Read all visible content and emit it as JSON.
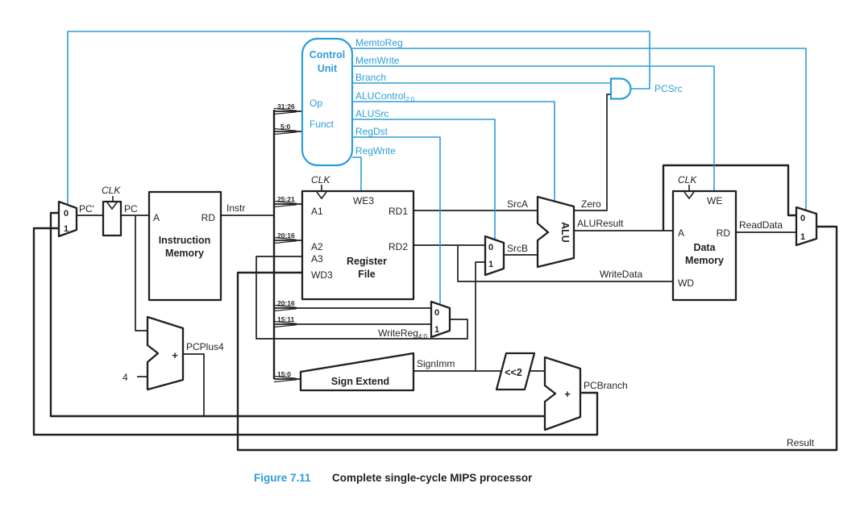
{
  "colors": {
    "signal_blue": "#2D9DD7",
    "ink": "#231F20"
  },
  "caption": {
    "figure": "Figure 7.11",
    "title": "Complete single-cycle MIPS processor"
  },
  "labels": {
    "clk": "CLK",
    "pc_in": "PC'",
    "pc_out": "PC",
    "instr": "Instr",
    "instruction_memory_1": "Instruction",
    "instruction_memory_2": "Memory",
    "im_a": "A",
    "im_rd": "RD",
    "control_1": "Control",
    "control_2": "Unit",
    "op": "Op",
    "funct": "Funct",
    "memtoreg": "MemtoReg",
    "memwrite": "MemWrite",
    "branch": "Branch",
    "alucontrol": "ALUControl",
    "alucontrol_sub": "2:0",
    "alusrc": "ALUSrc",
    "regdst": "RegDst",
    "regwrite": "RegWrite",
    "pcsrc": "PCSrc",
    "we3": "WE3",
    "a1": "A1",
    "a2": "A2",
    "a3": "A3",
    "wd3": "WD3",
    "rd1": "RD1",
    "rd2": "RD2",
    "register_file_1": "Register",
    "register_file_2": "File",
    "srca": "SrcA",
    "srcb": "SrcB",
    "alu": "ALU",
    "zero": "Zero",
    "aluresult": "ALUResult",
    "we": "WE",
    "dm_a": "A",
    "dm_rd": "RD",
    "wd": "WD",
    "data_memory_1": "Data",
    "data_memory_2": "Memory",
    "readdata": "ReadData",
    "writedata": "WriteData",
    "writereg": "WriteReg",
    "writereg_sub": "4:0",
    "sign_extend": "Sign Extend",
    "signimm": "SignImm",
    "shift2": "<<2",
    "pcplus4": "PCPlus4",
    "pcbranch": "PCBranch",
    "plus": "+",
    "four": "4",
    "result": "Result",
    "mux0": "0",
    "mux1": "1",
    "bits_op": "31:26",
    "bits_funct": "5:0",
    "bits_rs": "25:21",
    "bits_rt": "20:16",
    "bits_rt2": "20:16",
    "bits_rd": "15:11",
    "bits_imm": "15:0"
  }
}
